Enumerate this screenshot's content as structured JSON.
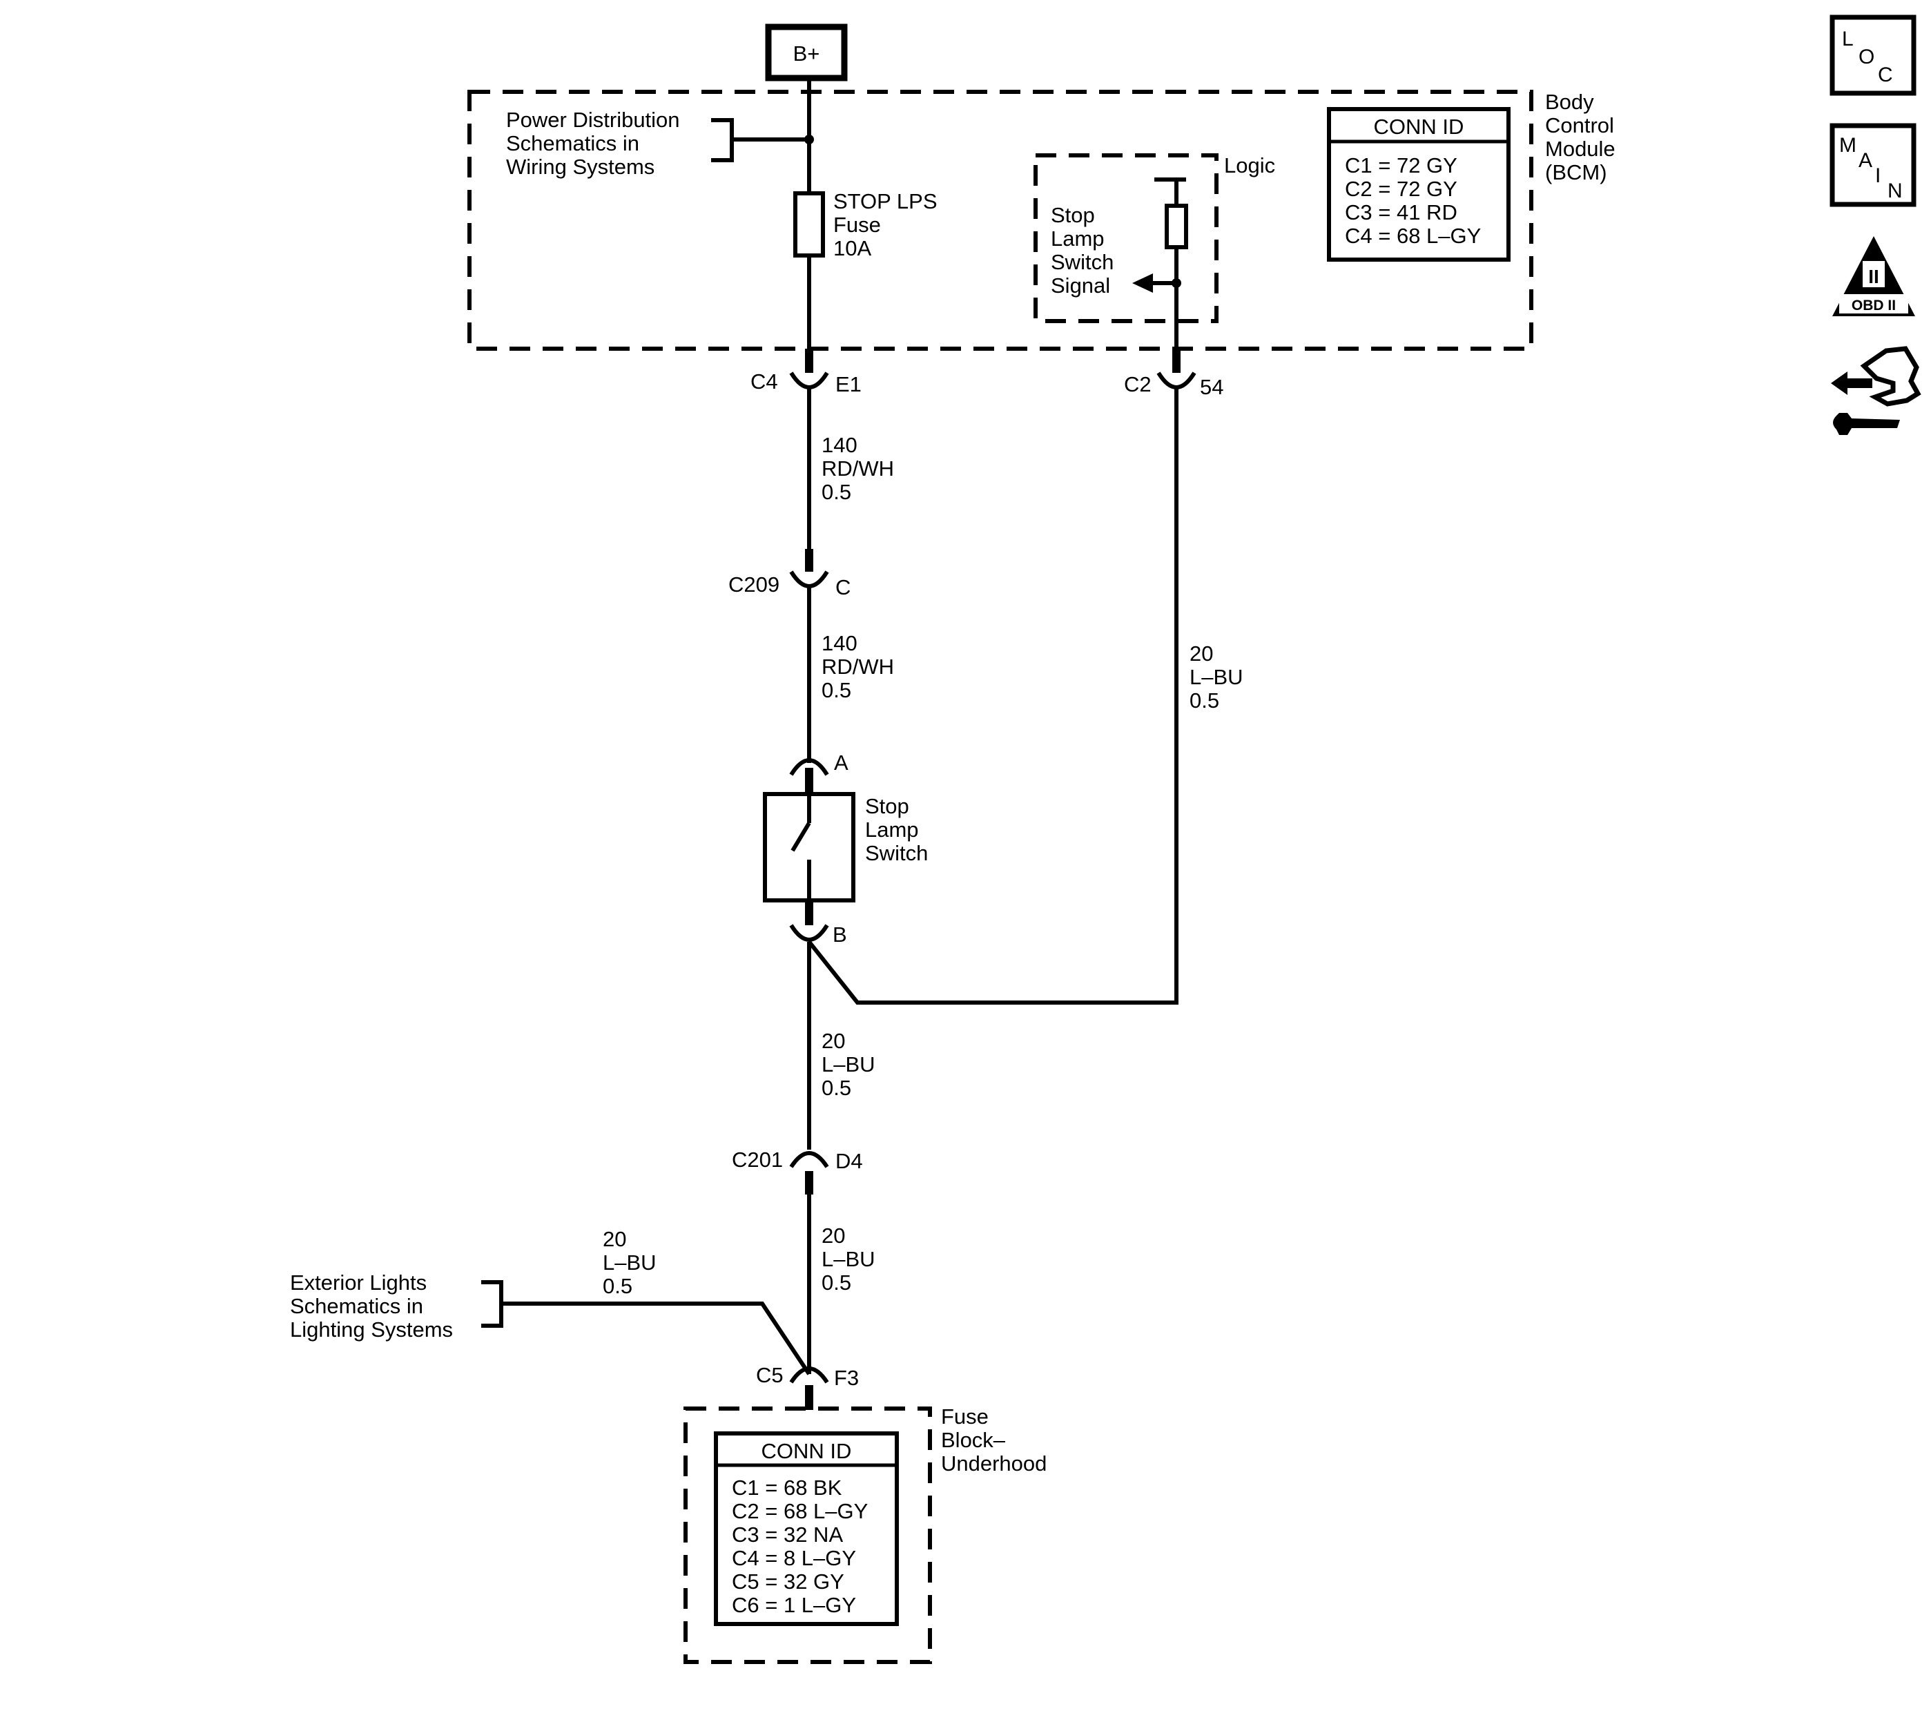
{
  "power": {
    "label": "B+"
  },
  "bcm": {
    "title": [
      "Body",
      "Control",
      "Module",
      "(BCM)"
    ],
    "power_ref": [
      "Power Distribution",
      "Schematics in",
      "Wiring Systems"
    ],
    "fuse": [
      "STOP LPS",
      "Fuse",
      "10A"
    ],
    "logic": "Logic",
    "signal": [
      "Stop",
      "Lamp",
      "Switch",
      "Signal"
    ],
    "conn_id": {
      "header": "CONN ID",
      "rows": [
        "C1 = 72 GY",
        "C2 = 72 GY",
        "C3 = 41 RD",
        "C4 = 68 L–GY"
      ]
    }
  },
  "connectors": {
    "c4": {
      "name": "C4",
      "pin": "E1"
    },
    "c2": {
      "name": "C2",
      "pin": "54"
    },
    "c209": {
      "name": "C209",
      "pin": "C"
    },
    "switch_a": {
      "pin": "A"
    },
    "switch_b": {
      "pin": "B"
    },
    "c201": {
      "name": "C201",
      "pin": "D4"
    },
    "c5": {
      "name": "C5",
      "pin": "F3"
    }
  },
  "wires": {
    "w1": [
      "140",
      "RD/WH",
      "0.5"
    ],
    "w2": [
      "140",
      "RD/WH",
      "0.5"
    ],
    "w3": [
      "20",
      "L–BU",
      "0.5"
    ],
    "w4": [
      "20",
      "L–BU",
      "0.5"
    ],
    "w5": [
      "20",
      "L–BU",
      "0.5"
    ],
    "w6": [
      "20",
      "L–BU",
      "0.5"
    ]
  },
  "stop_lamp_switch": [
    "Stop",
    "Lamp",
    "Switch"
  ],
  "exterior_ref": [
    "Exterior Lights",
    "Schematics in",
    "Lighting Systems"
  ],
  "fuse_block": {
    "title": [
      "Fuse",
      "Block–",
      "Underhood"
    ],
    "conn_id": {
      "header": "CONN ID",
      "rows": [
        "C1 = 68 BK",
        "C2 = 68 L–GY",
        "C3 = 32 NA",
        "C4 = 8 L–GY",
        "C5 = 32 GY",
        "C6 = 1 L–GY"
      ]
    }
  },
  "side_icons": {
    "loc": [
      "L",
      "O",
      "C"
    ],
    "main": [
      "M",
      "A",
      "I",
      "N"
    ],
    "obd": [
      "II",
      "OBD II"
    ],
    "nav_icon": "hand-wrench-icon"
  }
}
